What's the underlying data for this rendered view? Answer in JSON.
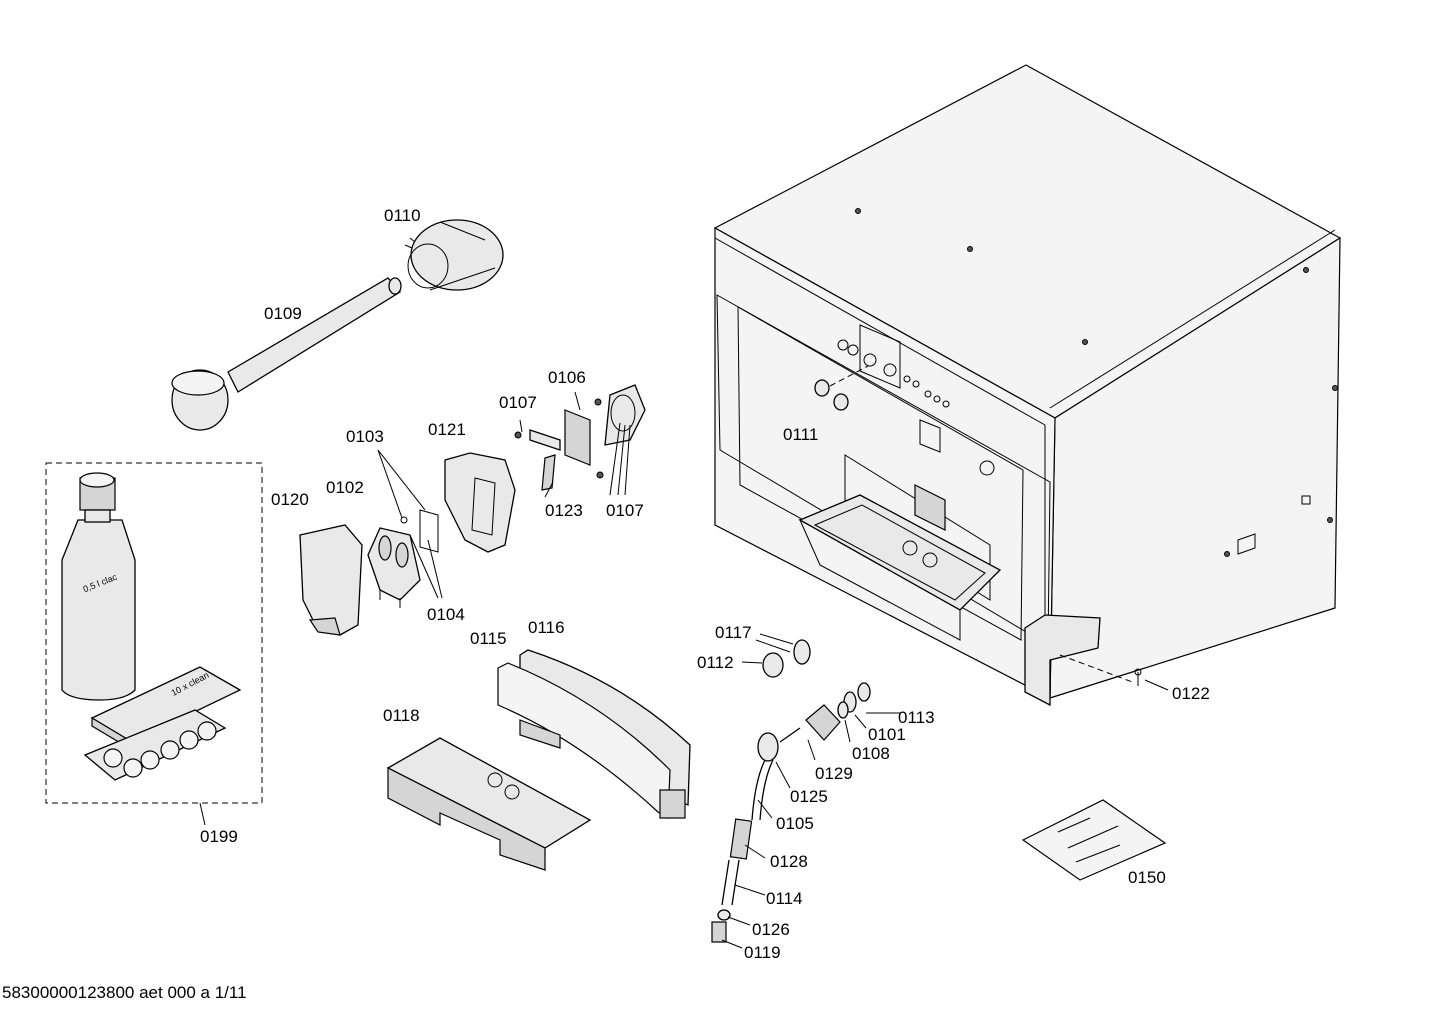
{
  "labels": {
    "p0110": "0110",
    "p0109": "0109",
    "p0106": "0106",
    "p0107a": "0107",
    "p0107b": "0107",
    "p0103": "0103",
    "p0121": "0121",
    "p0120": "0120",
    "p0102": "0102",
    "p0123": "0123",
    "p0104": "0104",
    "p0111": "0111",
    "p0115": "0115",
    "p0116": "0116",
    "p0117": "0117",
    "p0112": "0112",
    "p0118": "0118",
    "p0113": "0113",
    "p0101": "0101",
    "p0108": "0108",
    "p0129": "0129",
    "p0125": "0125",
    "p0105": "0105",
    "p0128": "0128",
    "p0114": "0114",
    "p0126": "0126",
    "p0119": "0119",
    "p0122": "0122",
    "p0150": "0150",
    "p0199": "0199"
  },
  "bottle_text": "0,5 l clac",
  "tablet_box_text": "10 x clean",
  "footer": "58300000123800 aet 000 a 1/11"
}
